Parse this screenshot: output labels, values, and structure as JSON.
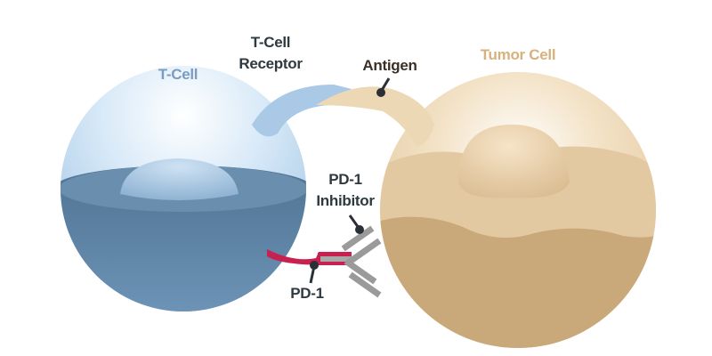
{
  "labels": {
    "t_cell": "T-Cell",
    "t_cell_receptor_line1": "T-Cell",
    "t_cell_receptor_line2": "Receptor",
    "antigen": "Antigen",
    "tumor_cell": "Tumor Cell",
    "pd1_inhibitor_line1": "PD-1",
    "pd1_inhibitor_line2": "Inhibitor",
    "pd1": "PD-1"
  },
  "colors": {
    "t_cell_label": "#7a9cc0",
    "tumor_label": "#d6b27c",
    "dark_text": "#2e3940",
    "antigen_text": "#3b2f27",
    "pd1": "#c8204f",
    "inhibitor": "#9a9a9a"
  }
}
